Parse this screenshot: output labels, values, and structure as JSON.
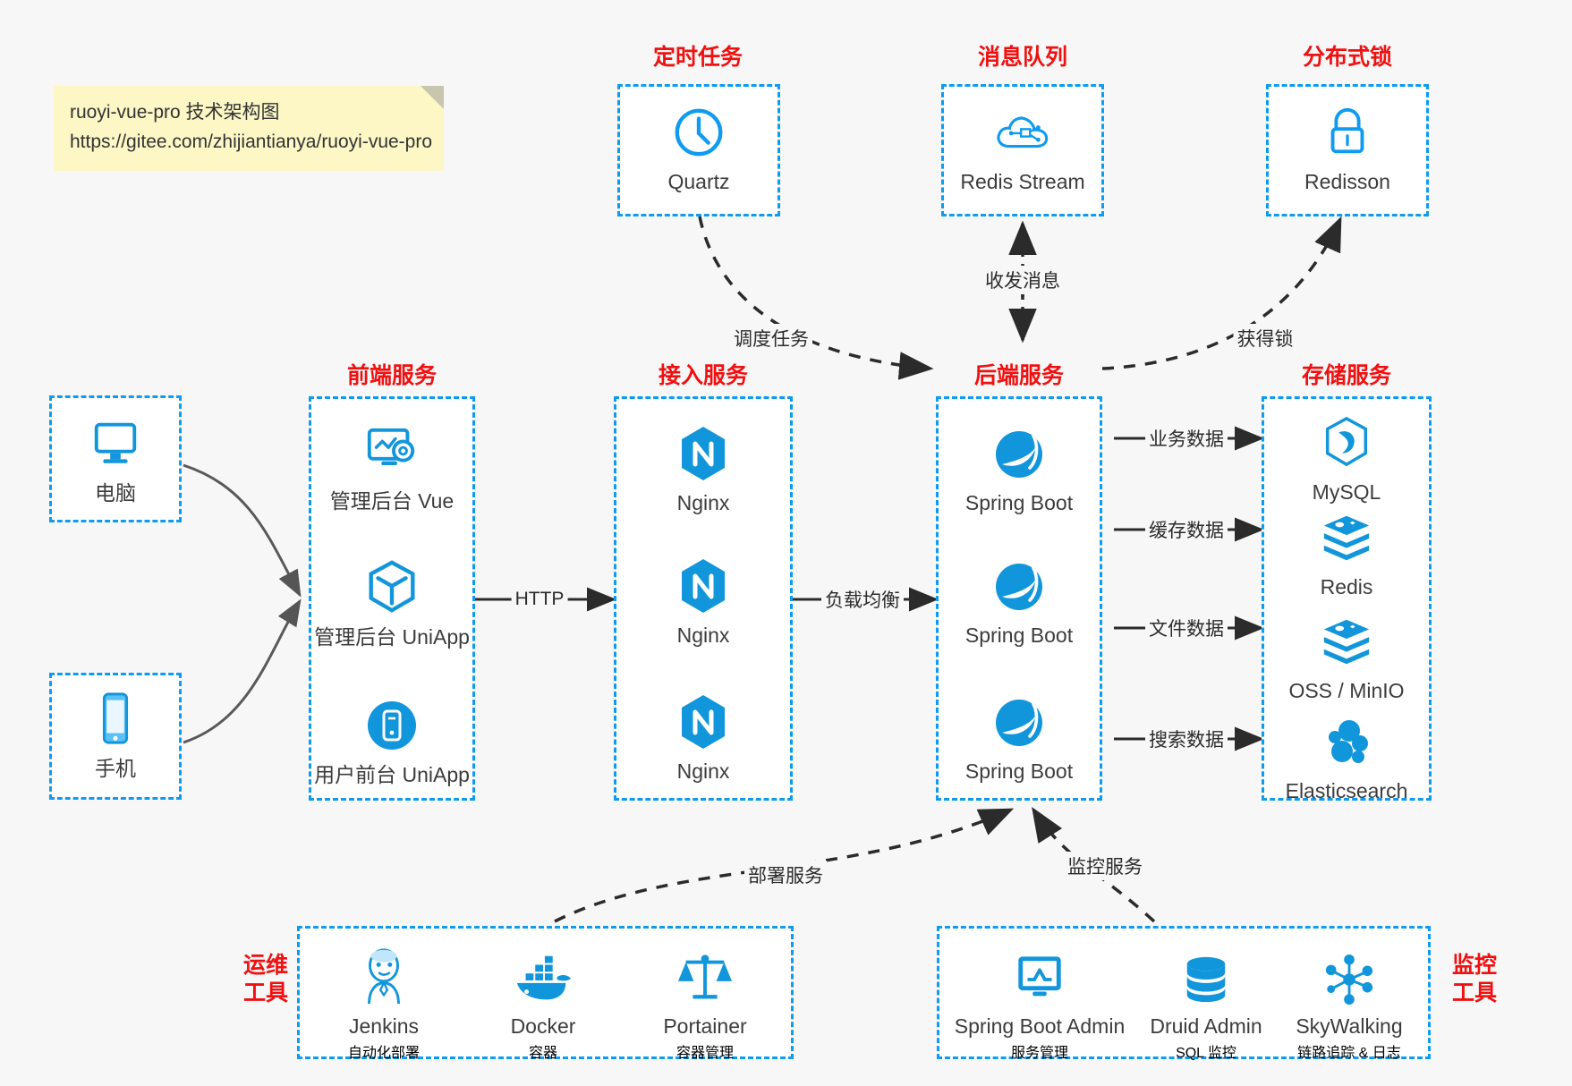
{
  "note": {
    "line1": "ruoyi-vue-pro 技术架构图",
    "line2": "https://gitee.com/zhijiantianya/ruoyi-vue-pro"
  },
  "colors": {
    "accent_blue": "#0f9bf0",
    "title_red": "#ef1111",
    "icon_blue": "#1296db",
    "edge_dark": "#2b2b2b",
    "background": "#f7f7f7",
    "note_yellow": "#fcf7c5"
  },
  "groups": {
    "scheduled_task": {
      "title": "定时任务",
      "nodes": [
        {
          "label": "Quartz",
          "icon": "clock-icon"
        }
      ]
    },
    "message_queue": {
      "title": "消息队列",
      "nodes": [
        {
          "label": "Redis Stream",
          "icon": "cloud-stream-icon"
        }
      ]
    },
    "distributed_lock": {
      "title": "分布式锁",
      "nodes": [
        {
          "label": "Redisson",
          "icon": "lock-icon"
        }
      ]
    },
    "client_pc": {
      "title": "",
      "nodes": [
        {
          "label": "电脑",
          "icon": "monitor-icon"
        }
      ]
    },
    "client_mobile": {
      "title": "",
      "nodes": [
        {
          "label": "手机",
          "icon": "phone-icon"
        }
      ]
    },
    "frontend": {
      "title": "前端服务",
      "nodes": [
        {
          "label": "管理后台 Vue",
          "icon": "dashboard-gear-icon"
        },
        {
          "label": "管理后台 UniApp",
          "icon": "cube-icon"
        },
        {
          "label": "用户前台 UniApp",
          "icon": "mobile-app-icon"
        }
      ]
    },
    "gateway": {
      "title": "接入服务",
      "nodes": [
        {
          "label": "Nginx",
          "icon": "nginx-icon"
        },
        {
          "label": "Nginx",
          "icon": "nginx-icon"
        },
        {
          "label": "Nginx",
          "icon": "nginx-icon"
        }
      ]
    },
    "backend": {
      "title": "后端服务",
      "nodes": [
        {
          "label": "Spring Boot",
          "icon": "spring-boot-icon"
        },
        {
          "label": "Spring Boot",
          "icon": "spring-boot-icon"
        },
        {
          "label": "Spring Boot",
          "icon": "spring-boot-icon"
        }
      ]
    },
    "storage": {
      "title": "存储服务",
      "nodes": [
        {
          "label": "MySQL",
          "icon": "mysql-icon"
        },
        {
          "label": "Redis",
          "icon": "redis-icon"
        },
        {
          "label": "OSS / MinIO",
          "icon": "oss-minio-icon"
        },
        {
          "label": "Elasticsearch",
          "icon": "elasticsearch-icon"
        }
      ]
    },
    "devops": {
      "title": "运维\n工具",
      "title_line1": "运维",
      "title_line2": "工具",
      "nodes": [
        {
          "label": "Jenkins",
          "sublabel": "自动化部署",
          "icon": "jenkins-icon"
        },
        {
          "label": "Docker",
          "sublabel": "容器",
          "icon": "docker-icon"
        },
        {
          "label": "Portainer",
          "sublabel": "容器管理",
          "icon": "portainer-scale-icon"
        }
      ]
    },
    "monitoring": {
      "title_line1": "监控",
      "title_line2": "工具",
      "nodes": [
        {
          "label": "Spring Boot Admin",
          "sublabel": "服务管理",
          "icon": "monitor-chart-icon"
        },
        {
          "label": "Druid Admin",
          "sublabel": "SQL 监控",
          "icon": "database-icon"
        },
        {
          "label": "SkyWalking",
          "sublabel": "链路追踪 & 日志",
          "icon": "skywalking-icon"
        }
      ]
    }
  },
  "edges": [
    {
      "id": "schedule-task",
      "label": "调度任务",
      "from": "scheduled_task",
      "to": "backend",
      "style": "dashed"
    },
    {
      "id": "send-receive-message",
      "label": "收发消息",
      "from": "backend",
      "to": "message_queue",
      "style": "dashed-bidirectional"
    },
    {
      "id": "acquire-lock",
      "label": "获得锁",
      "from": "backend",
      "to": "distributed_lock",
      "style": "dashed"
    },
    {
      "id": "http",
      "label": "HTTP",
      "from": "frontend",
      "to": "gateway",
      "style": "solid"
    },
    {
      "id": "load-balance",
      "label": "负载均衡",
      "from": "gateway",
      "to": "backend",
      "style": "solid"
    },
    {
      "id": "business-data",
      "label": "业务数据",
      "from": "backend",
      "to": "storage",
      "style": "solid"
    },
    {
      "id": "cache-data",
      "label": "缓存数据",
      "from": "backend",
      "to": "storage",
      "style": "solid"
    },
    {
      "id": "file-data",
      "label": "文件数据",
      "from": "backend",
      "to": "storage",
      "style": "solid"
    },
    {
      "id": "search-data",
      "label": "搜索数据",
      "from": "backend",
      "to": "storage",
      "style": "solid"
    },
    {
      "id": "deploy-service",
      "label": "部署服务",
      "from": "devops",
      "to": "backend",
      "style": "dashed"
    },
    {
      "id": "monitor-service",
      "label": "监控服务",
      "from": "monitoring",
      "to": "backend",
      "style": "dashed"
    }
  ]
}
